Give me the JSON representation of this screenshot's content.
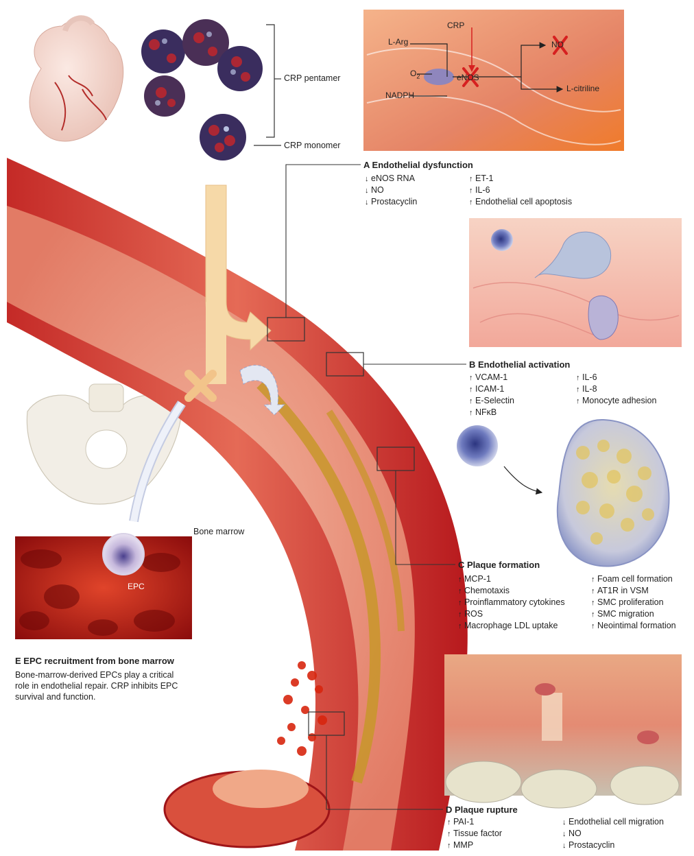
{
  "labels": {
    "crp_pentamer": "CRP pentamer",
    "crp_monomer": "CRP monomer",
    "bone_marrow": "Bone marrow",
    "epc": "EPC"
  },
  "inset_a": {
    "crp": "CRP",
    "l_arg": "L-Arg",
    "o2": "O",
    "o2_sub": "2",
    "nadph": "NADPH",
    "enos": "eNOS",
    "no": "NO",
    "l_citrilline": "L-citriline"
  },
  "panels": {
    "a": {
      "title": "A Endothelial dysfunction",
      "left": [
        {
          "dir": "down",
          "text": "eNOS RNA"
        },
        {
          "dir": "down",
          "text": "NO"
        },
        {
          "dir": "down",
          "text": "Prostacyclin"
        }
      ],
      "right": [
        {
          "dir": "up",
          "text": "ET-1"
        },
        {
          "dir": "up",
          "text": "IL-6"
        },
        {
          "dir": "up",
          "text": "Endothelial cell apoptosis"
        }
      ]
    },
    "b": {
      "title": "B Endothelial activation",
      "left": [
        {
          "dir": "up",
          "text": "VCAM-1"
        },
        {
          "dir": "up",
          "text": "ICAM-1"
        },
        {
          "dir": "up",
          "text": "E-Selectin"
        },
        {
          "dir": "up",
          "text": "NFκB"
        }
      ],
      "right": [
        {
          "dir": "up",
          "text": "IL-6"
        },
        {
          "dir": "up",
          "text": "IL-8"
        },
        {
          "dir": "up",
          "text": "Monocyte adhesion"
        }
      ]
    },
    "c": {
      "title": "C Plaque formation",
      "left": [
        {
          "dir": "up",
          "text": "MCP-1"
        },
        {
          "dir": "up",
          "text": "Chemotaxis"
        },
        {
          "dir": "up",
          "text": "Proinflammatory cytokines"
        },
        {
          "dir": "up",
          "text": "ROS"
        },
        {
          "dir": "up",
          "text": "Macrophage LDL uptake"
        }
      ],
      "right": [
        {
          "dir": "up",
          "text": "Foam cell formation"
        },
        {
          "dir": "up",
          "text": "AT1R in VSM"
        },
        {
          "dir": "up",
          "text": "SMC proliferation"
        },
        {
          "dir": "up",
          "text": "SMC migration"
        },
        {
          "dir": "up",
          "text": "Neointimal formation"
        }
      ]
    },
    "d": {
      "title": "D Plaque rupture",
      "left": [
        {
          "dir": "up",
          "text": "PAI-1"
        },
        {
          "dir": "up",
          "text": "Tissue factor"
        },
        {
          "dir": "up",
          "text": "MMP"
        }
      ],
      "right": [
        {
          "dir": "down",
          "text": "Endothelial cell migration"
        },
        {
          "dir": "down",
          "text": "NO"
        },
        {
          "dir": "down",
          "text": "Prostacyclin"
        }
      ]
    },
    "e": {
      "title": "E EPC recruitment from bone marrow",
      "body": "Bone-marrow-derived EPCs play a critical role in endothelial repair. CRP inhibits EPC survival and function."
    }
  },
  "colors": {
    "vessel": "#b3191e",
    "vessel_light": "#e67a68",
    "plaque": "#c8962a",
    "inhibit": "#d62020",
    "arrow_cream": "#f6d9a8"
  }
}
